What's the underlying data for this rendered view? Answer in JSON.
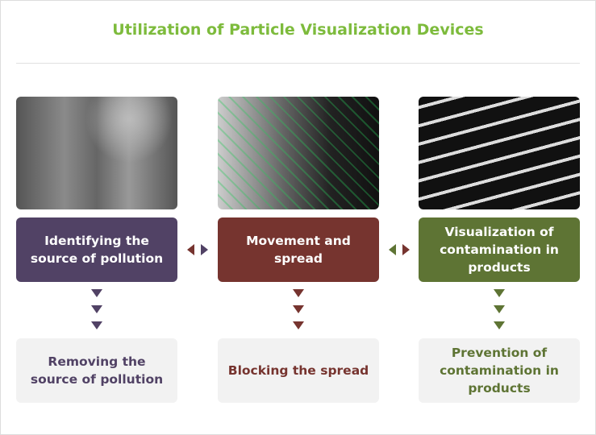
{
  "title": "Utilization of Particle Visualization Devices",
  "colors": {
    "title": "#7dbb3c",
    "purple": "#514265",
    "maroon": "#76342f",
    "green": "#5e7434"
  },
  "columns": [
    {
      "step": "Identifying the source of pollution",
      "result": "Removing the source of pollution",
      "image": "wall-with-particles-image"
    },
    {
      "step": "Movement and spread",
      "result": "Blocking the spread",
      "image": "particle-flow-vector-image"
    },
    {
      "step": "Visualization of contamination in products",
      "result": "Prevention of contamination in products",
      "image": "contaminated-grid-image"
    }
  ]
}
